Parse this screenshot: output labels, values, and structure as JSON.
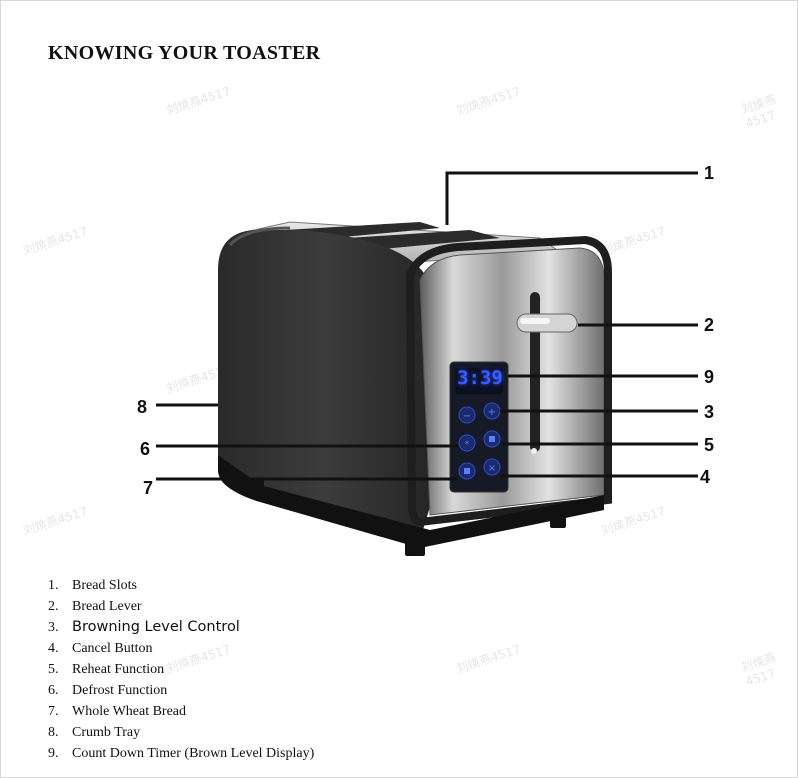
{
  "title": "KNOWING YOUR TOASTER",
  "display_value": "3:39",
  "watermark": "刘焕燕4517",
  "callouts": [
    "1",
    "2",
    "3",
    "4",
    "5",
    "6",
    "7",
    "8",
    "9"
  ],
  "parts": [
    {
      "num": "1.",
      "label": "Bread Slots"
    },
    {
      "num": "2.",
      "label": "Bread Lever"
    },
    {
      "num": "3.",
      "label": "Browning Level Control"
    },
    {
      "num": "4.",
      "label": "Cancel Button"
    },
    {
      "num": "5.",
      "label": "Reheat Function"
    },
    {
      "num": "6.",
      "label": "Defrost Function"
    },
    {
      "num": "7.",
      "label": "Whole Wheat Bread"
    },
    {
      "num": "8.",
      "label": "Crumb Tray"
    },
    {
      "num": "9.",
      "label": "Count Down Timer (Brown Level Display)"
    }
  ]
}
